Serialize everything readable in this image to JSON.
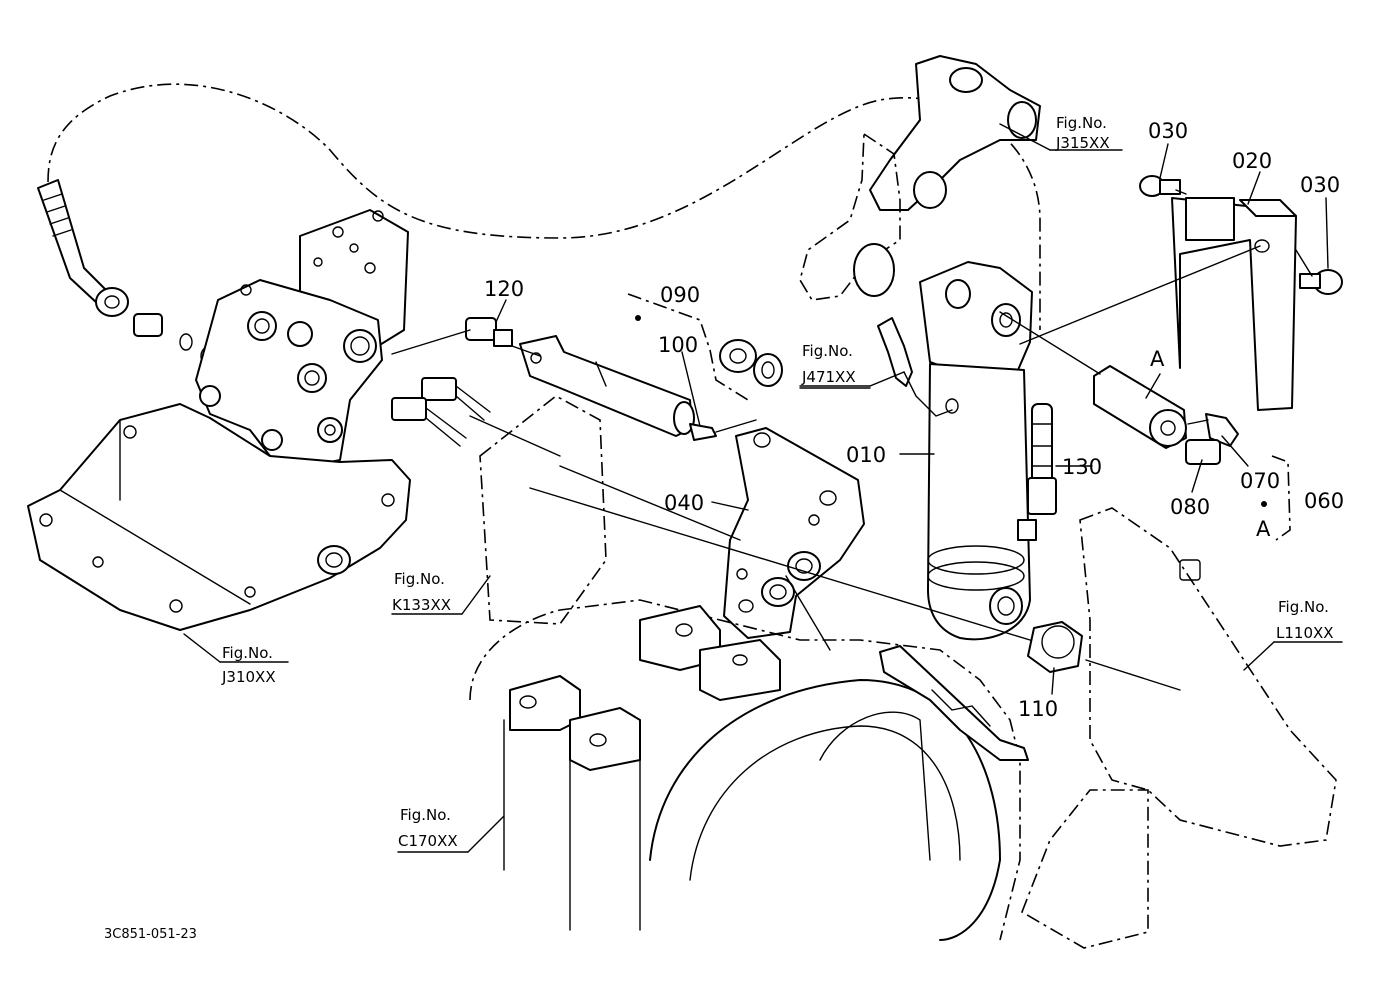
{
  "diagram": {
    "part_numbers": {
      "p010": "010",
      "p020": "020",
      "p030a": "030",
      "p030b": "030",
      "p040": "040",
      "p060": "060",
      "p070": "070",
      "p080": "080",
      "p090": "090",
      "p100": "100",
      "p110": "110",
      "p120": "120",
      "p130": "130"
    },
    "markers": {
      "a_top": "A",
      "a_bottom": "A"
    },
    "figure_refs": [
      {
        "label": "Fig.No.",
        "code": "J315XX"
      },
      {
        "label": "Fig.No.",
        "code": "J471XX"
      },
      {
        "label": "Fig.No.",
        "code": "K133XX"
      },
      {
        "label": "Fig.No.",
        "code": "J310XX"
      },
      {
        "label": "Fig.No.",
        "code": "L110XX"
      },
      {
        "label": "Fig.No.",
        "code": "C170XX"
      }
    ],
    "drawing_code": "3C851-051-23"
  }
}
